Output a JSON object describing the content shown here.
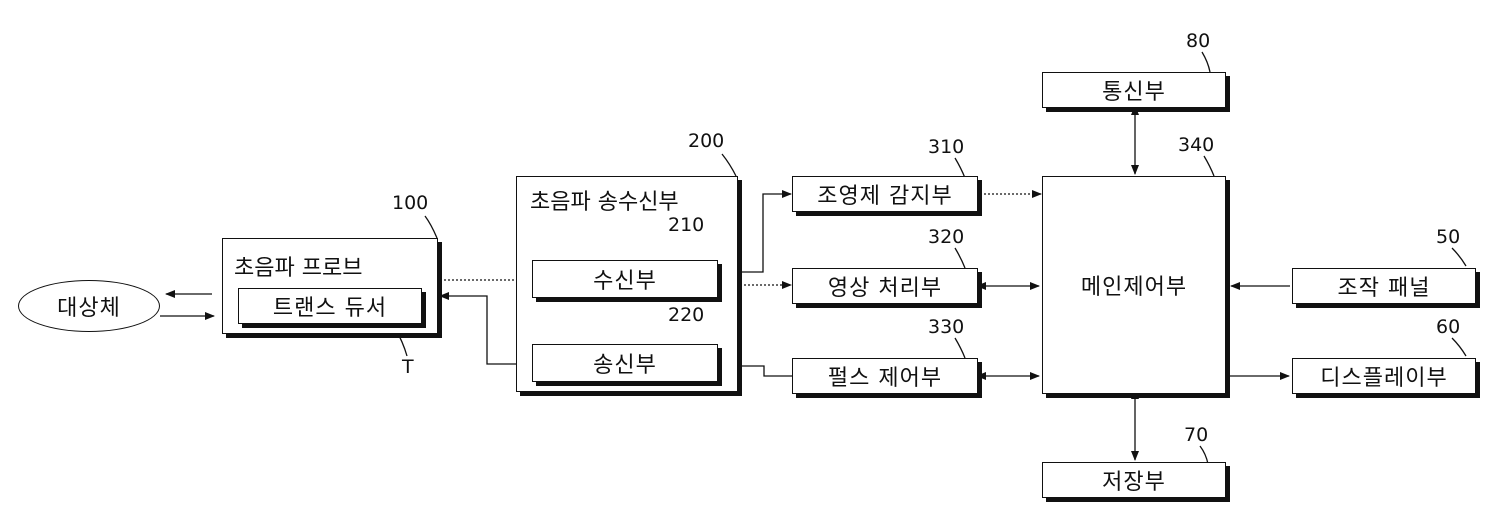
{
  "object": "대상체",
  "probe": {
    "title": "초음파 프로브",
    "ref": "100",
    "transducer": "트랜스 듀서",
    "transducer_ref": "T"
  },
  "transceiver": {
    "title": "초음파 송수신부",
    "ref": "200",
    "receiver": "수신부",
    "receiver_ref": "210",
    "transmitter": "송신부",
    "transmitter_ref": "220"
  },
  "contrast_detector": {
    "label": "조영제 감지부",
    "ref": "310"
  },
  "image_processor": {
    "label": "영상 처리부",
    "ref": "320"
  },
  "pulse_controller": {
    "label": "펄스 제어부",
    "ref": "330"
  },
  "main_controller": {
    "label": "메인제어부",
    "ref": "340"
  },
  "communication": {
    "label": "통신부",
    "ref": "80"
  },
  "storage": {
    "label": "저장부",
    "ref": "70"
  },
  "control_panel": {
    "label": "조작 패널",
    "ref": "50"
  },
  "display": {
    "label": "디스플레이부",
    "ref": "60"
  }
}
